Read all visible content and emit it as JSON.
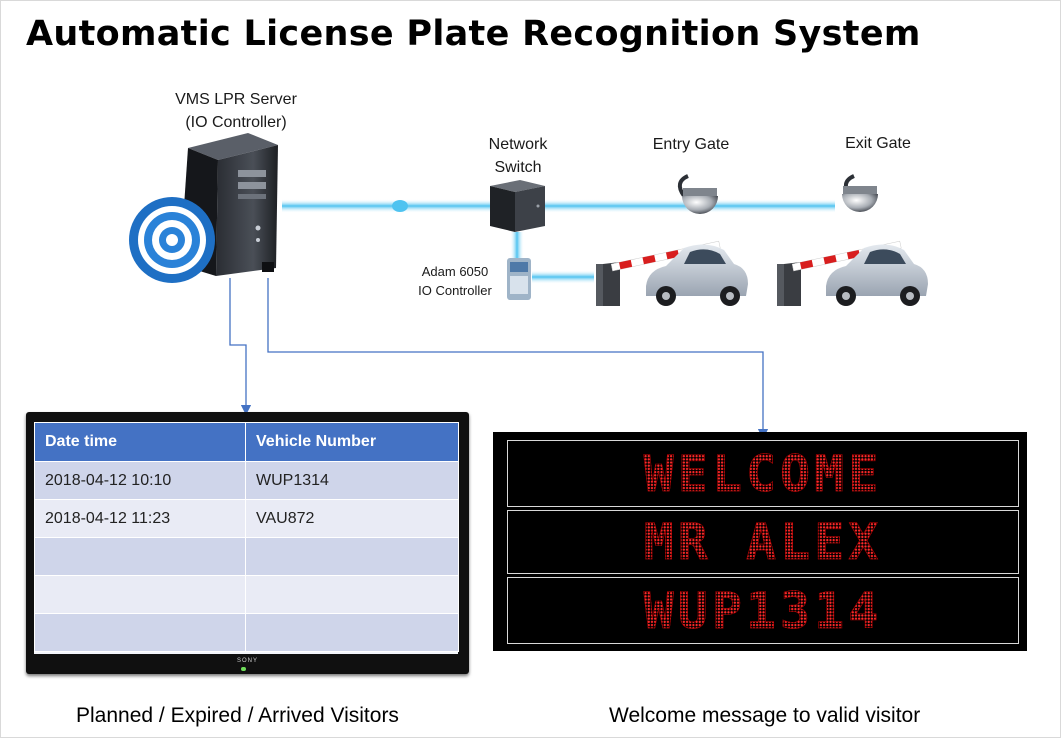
{
  "title": "Automatic License Plate Recognition System",
  "server": {
    "line1": "VMS LPR Server",
    "line2": "(IO Controller)"
  },
  "switch": {
    "line1": "Network",
    "line2": "Switch"
  },
  "io_module": {
    "line1": "Adam 6050",
    "line2": "IO Controller"
  },
  "entry_gate_label": "Entry Gate",
  "exit_gate_label": "Exit Gate",
  "tv": {
    "brand": "SONY",
    "headers": [
      "Date time",
      "Vehicle Number"
    ],
    "rows": [
      [
        "2018-04-12 10:10",
        "WUP1314"
      ],
      [
        "2018-04-12 11:23",
        "VAU872"
      ],
      [
        "",
        ""
      ],
      [
        "",
        ""
      ],
      [
        "",
        ""
      ]
    ]
  },
  "led_board": {
    "lines": [
      "WELCOME",
      "MR ALEX",
      "WUP1314"
    ],
    "color": "#ff2a2a"
  },
  "captions": {
    "visitors": "Planned / Expired / Arrived Visitors",
    "welcome": "Welcome message to valid visitor"
  },
  "colors": {
    "network_link": "#5bc8f0",
    "arrow": "#4472c4",
    "table_header": "#4472c4"
  }
}
